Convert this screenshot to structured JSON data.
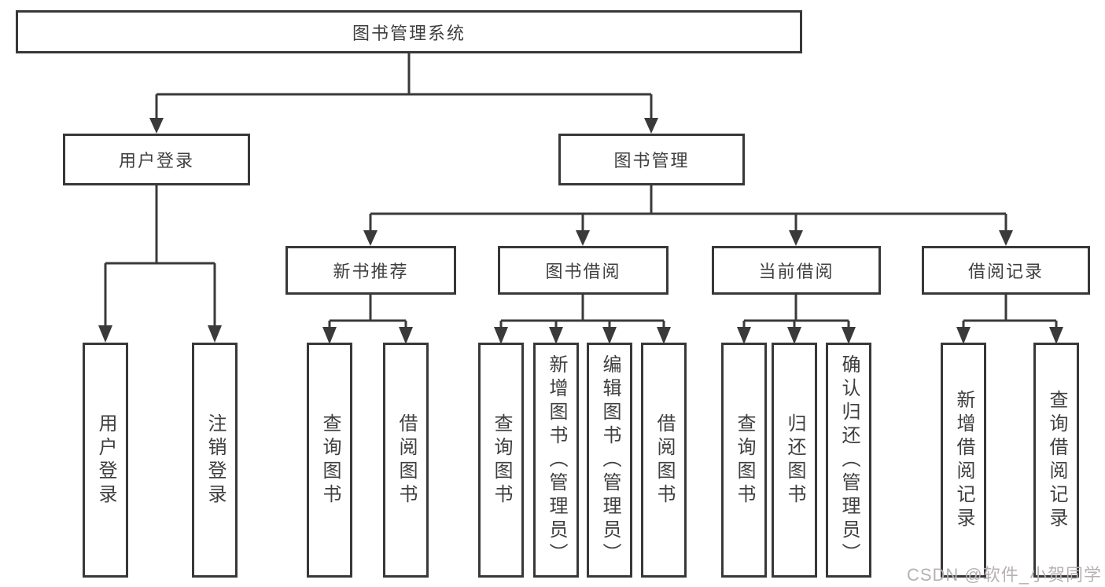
{
  "diagram": {
    "type": "hierarchy-tree",
    "root": {
      "label": "图书管理系统",
      "children": [
        {
          "label": "用户登录",
          "children": [
            {
              "label": "用户登录"
            },
            {
              "label": "注销登录"
            }
          ]
        },
        {
          "label": "图书管理",
          "children": [
            {
              "label": "新书推荐",
              "children": [
                {
                  "label": "查询图书"
                },
                {
                  "label": "借阅图书"
                }
              ]
            },
            {
              "label": "图书借阅",
              "children": [
                {
                  "label": "查询图书"
                },
                {
                  "label": "新增图书（管理员）"
                },
                {
                  "label": "编辑图书（管理员）"
                },
                {
                  "label": "借阅图书"
                }
              ]
            },
            {
              "label": "当前借阅",
              "children": [
                {
                  "label": "查询图书"
                },
                {
                  "label": "归还图书"
                },
                {
                  "label": "确认归还（管理员）"
                }
              ]
            },
            {
              "label": "借阅记录",
              "children": [
                {
                  "label": "新增借阅记录"
                },
                {
                  "label": "查询借阅记录"
                }
              ]
            }
          ]
        }
      ]
    }
  },
  "colors": {
    "line": "#3a3a3a",
    "box_border": "#383838",
    "text": "#3f3f3f",
    "background": "#ffffff",
    "watermark": "#b7b1b1"
  },
  "watermark": {
    "text": "CSDN @软件_小贺同学"
  }
}
